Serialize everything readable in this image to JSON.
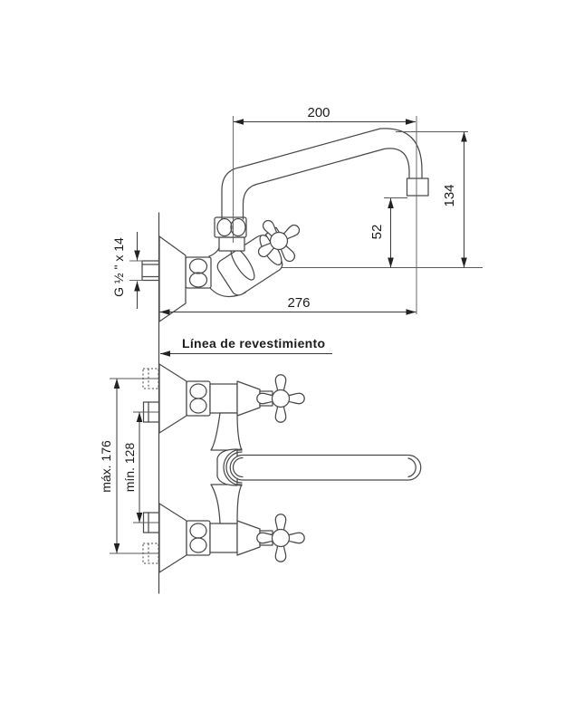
{
  "diagram": {
    "type": "faucet-technical-drawing",
    "background_color": "#ffffff",
    "line_color": "#4a4a4a",
    "text_color": "#1c1c1c",
    "top_view": {
      "dim_spout_reach": "200",
      "dim_spout_height": "134",
      "dim_outlet_to_axis": "52",
      "dim_wall_to_tip": "276",
      "thread_label": "G ½ \" x 14"
    },
    "wall_line_label": "Línea de revestimiento",
    "bottom_view": {
      "dim_max_centers": "máx. 176",
      "dim_min_centers": "mín. 128"
    }
  }
}
